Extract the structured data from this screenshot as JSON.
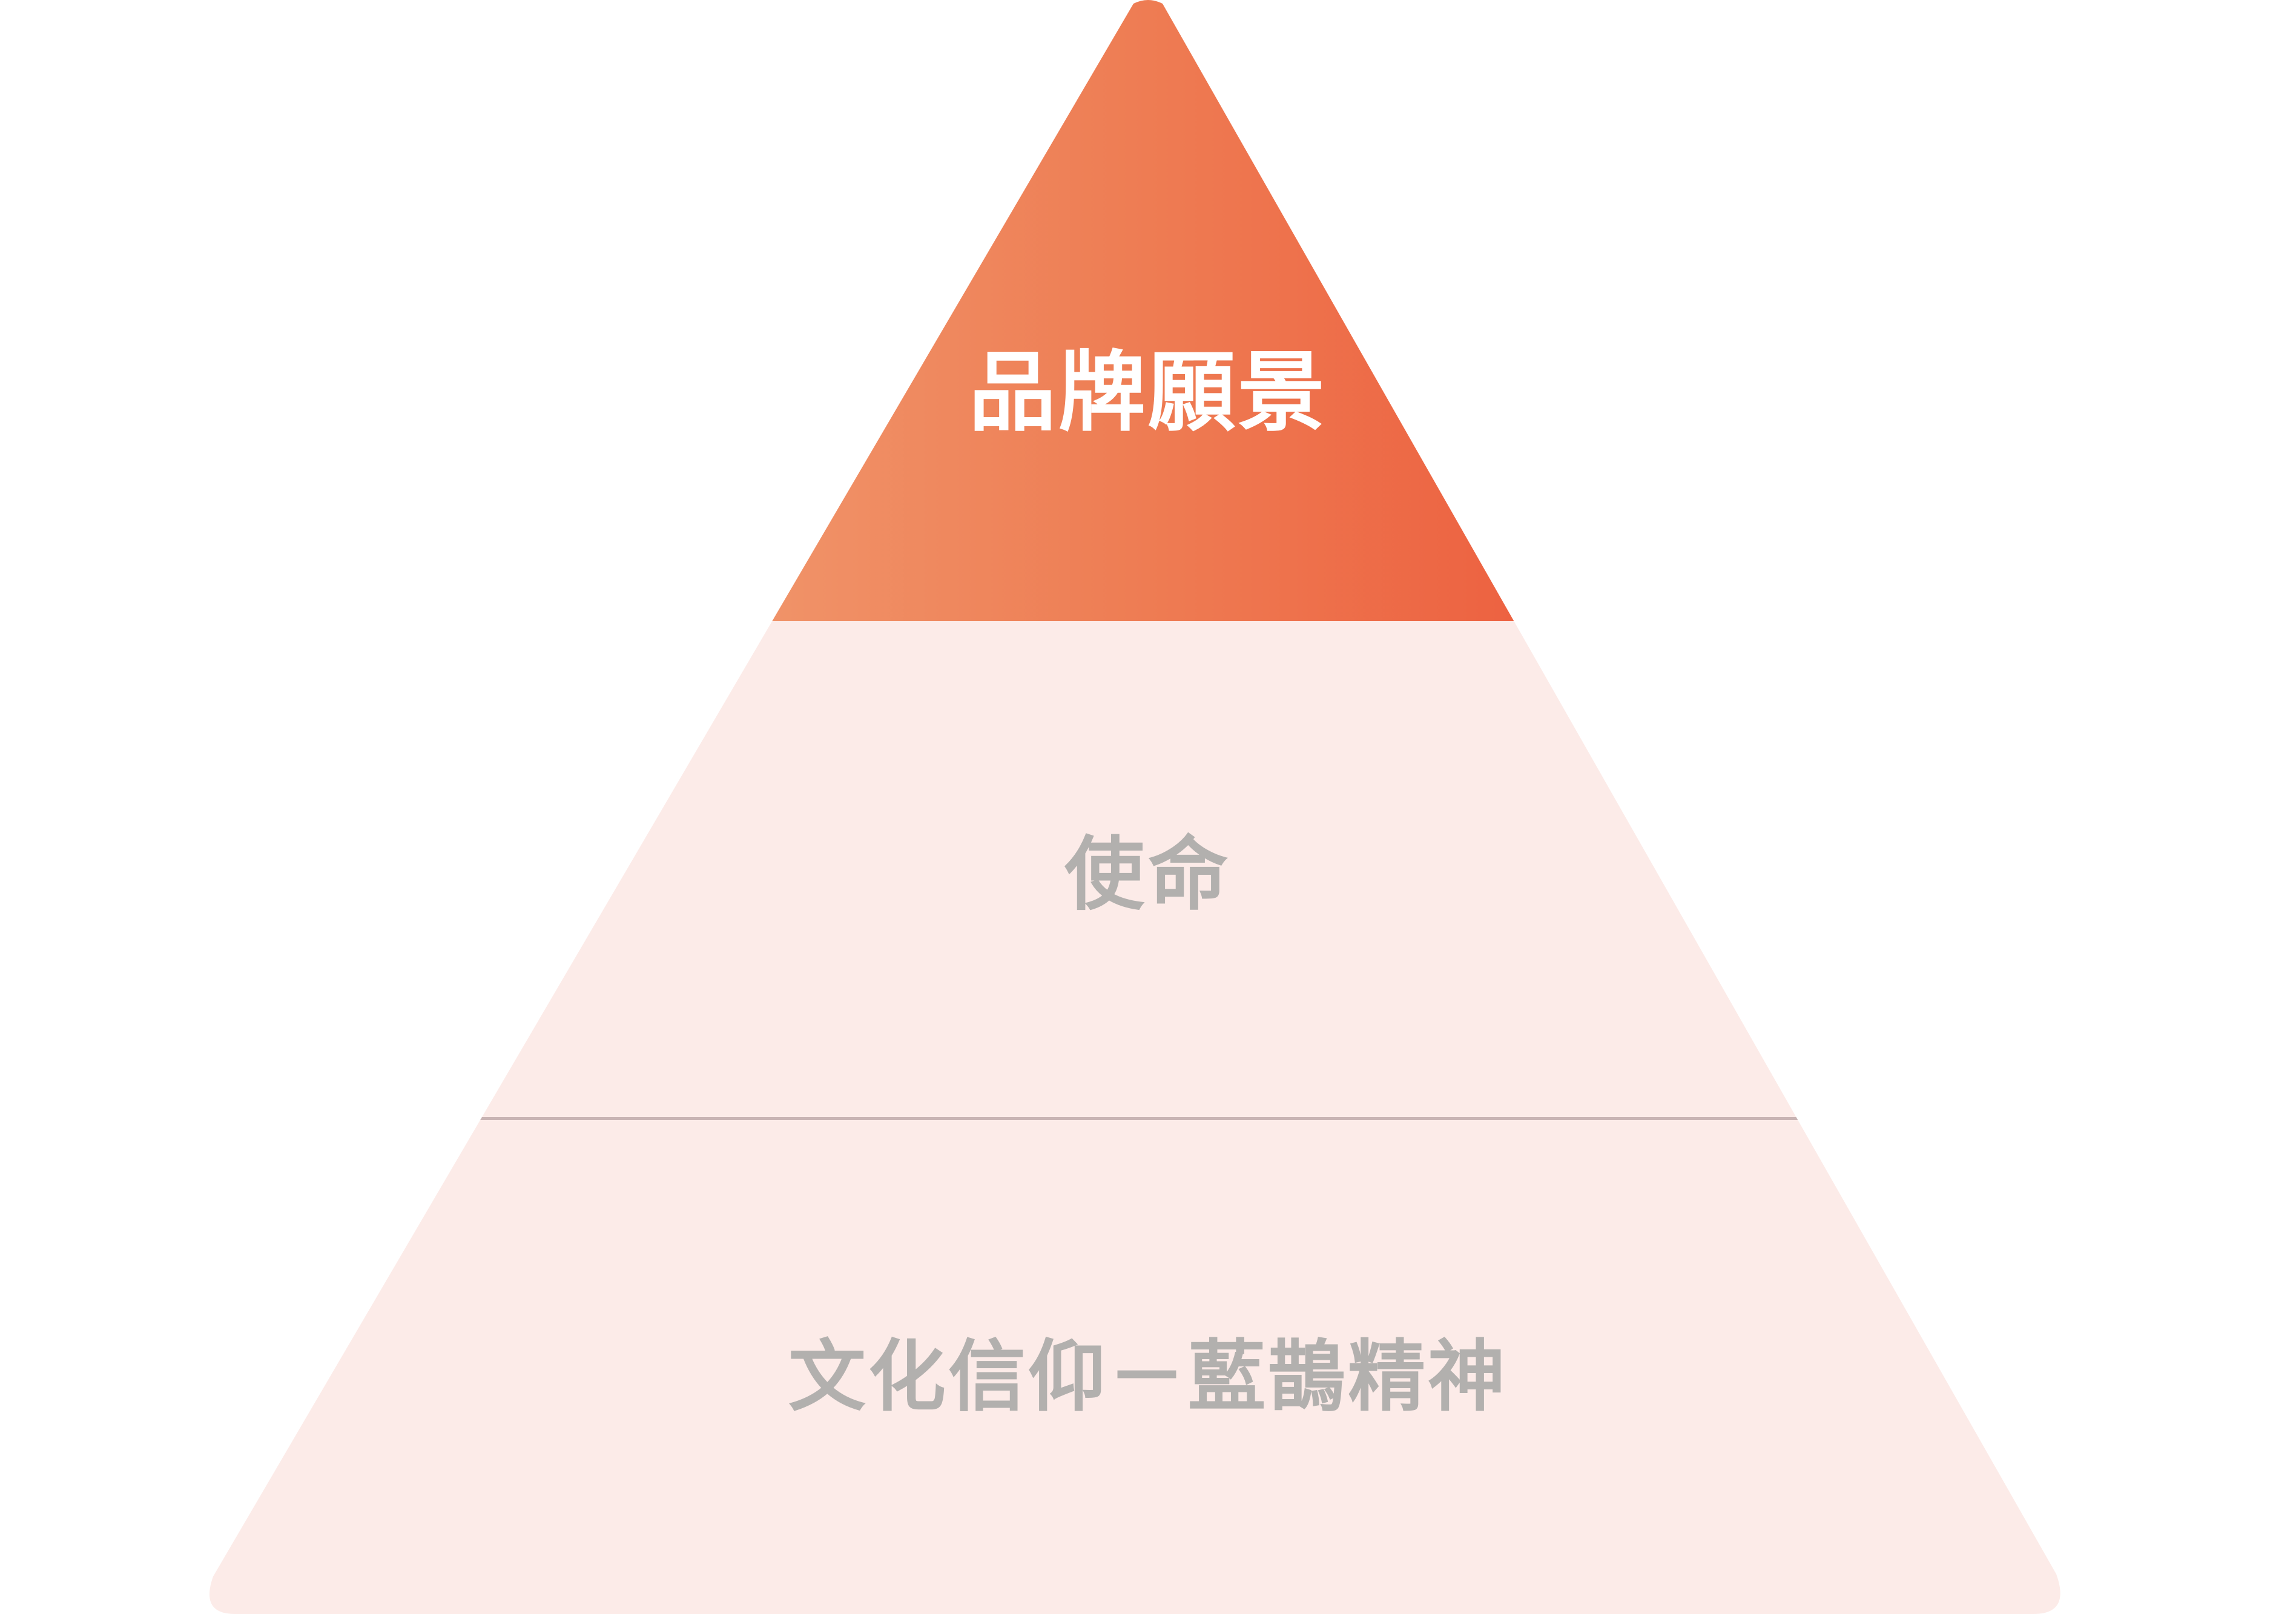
{
  "diagram": {
    "type": "pyramid",
    "orientation": "apex-top",
    "background_color": "#FFFFFF",
    "tier_count": 3,
    "tiers": [
      {
        "index": 1,
        "position": "top",
        "label": "品牌願景",
        "text_color": "#FFFFFF",
        "fill_type": "linear-gradient-horizontal",
        "fill_start_color": "#F4B085",
        "fill_end_color": "#EE3528"
      },
      {
        "index": 2,
        "position": "middle",
        "label": "使命",
        "text_color": "#B2B0AE",
        "fill_type": "solid",
        "fill_color": "#FCEBE8"
      },
      {
        "index": 3,
        "position": "bottom",
        "label": "文化信仰－藍鵲精神",
        "text_color": "#B2B0AE",
        "fill_type": "solid",
        "fill_color": "#FCEBE8"
      }
    ],
    "divider_line_color": "#C9B4B4"
  }
}
